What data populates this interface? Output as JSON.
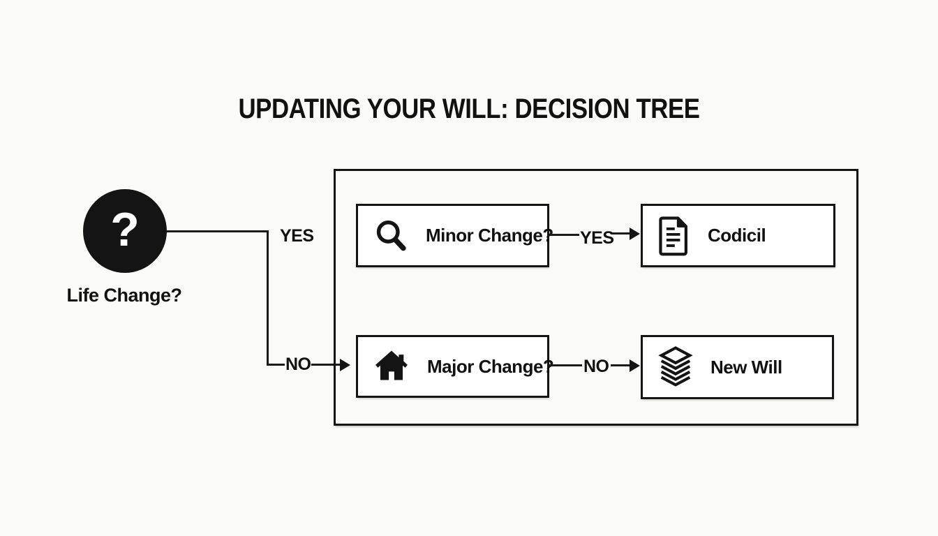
{
  "title": "UPDATING YOUR WILL: DECISION TREE",
  "root": {
    "glyph": "?",
    "icon": "question-mark-icon",
    "label": "Life Change?"
  },
  "root_branches": {
    "yes_label": "YES",
    "no_label": "NO"
  },
  "nodes": {
    "minor": {
      "label": "Minor Change?",
      "icon": "magnifier-icon"
    },
    "codicil": {
      "label": "Codicil",
      "icon": "document-icon"
    },
    "major": {
      "label": "Major Change?",
      "icon": "house-icon"
    },
    "newwill": {
      "label": "New Will",
      "icon": "layers-icon"
    }
  },
  "connectors": {
    "minor_to_codicil_label": "YES",
    "major_to_newwill_label": "NO"
  },
  "colors": {
    "ink": "#141414",
    "background": "#fafaf8",
    "node_fill": "#ffffff"
  }
}
